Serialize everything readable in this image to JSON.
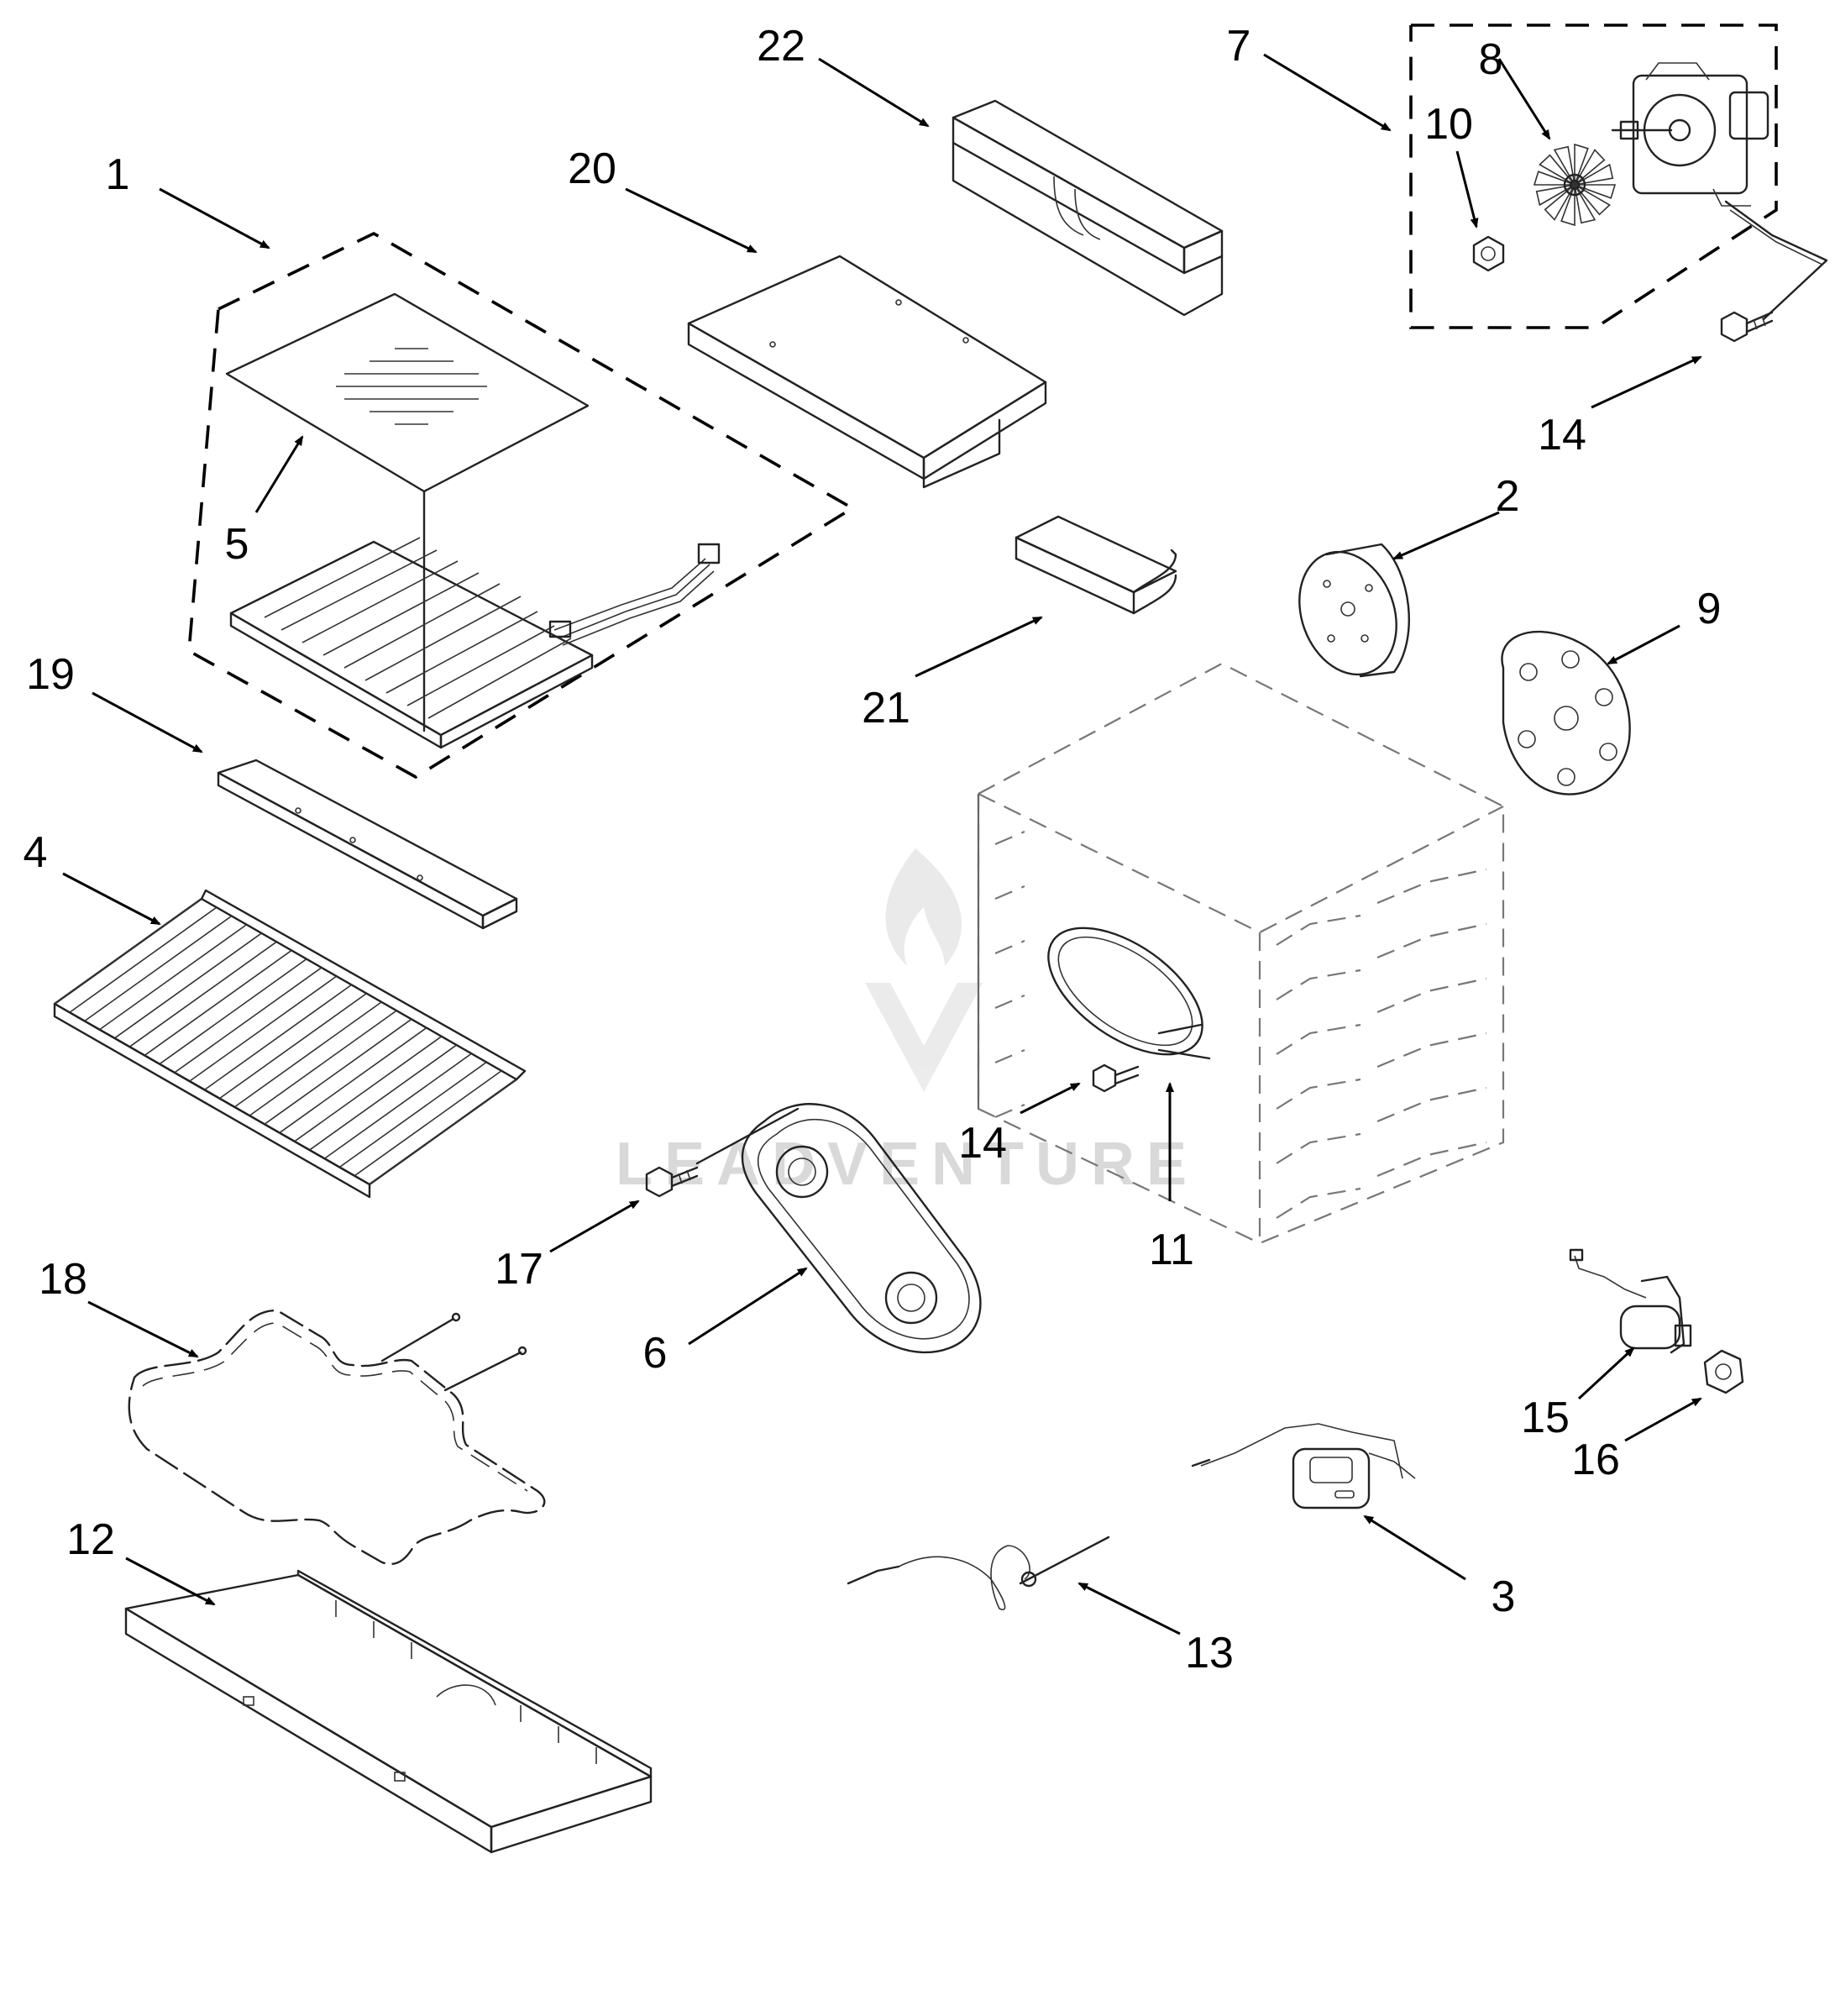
{
  "diagram": {
    "type": "exploded parts diagram",
    "watermark": "LEADVENTURE",
    "callouts": [
      {
        "id": "c1",
        "label": "1"
      },
      {
        "id": "c2",
        "label": "2"
      },
      {
        "id": "c3",
        "label": "3"
      },
      {
        "id": "c4",
        "label": "4"
      },
      {
        "id": "c5",
        "label": "5"
      },
      {
        "id": "c6",
        "label": "6"
      },
      {
        "id": "c7",
        "label": "7"
      },
      {
        "id": "c8",
        "label": "8"
      },
      {
        "id": "c9",
        "label": "9"
      },
      {
        "id": "c10",
        "label": "10"
      },
      {
        "id": "c11",
        "label": "11"
      },
      {
        "id": "c12",
        "label": "12"
      },
      {
        "id": "c13",
        "label": "13"
      },
      {
        "id": "c14a",
        "label": "14"
      },
      {
        "id": "c14b",
        "label": "14"
      },
      {
        "id": "c15",
        "label": "15"
      },
      {
        "id": "c16",
        "label": "16"
      },
      {
        "id": "c17",
        "label": "17"
      },
      {
        "id": "c18",
        "label": "18"
      },
      {
        "id": "c19",
        "label": "19"
      },
      {
        "id": "c20",
        "label": "20"
      },
      {
        "id": "c21",
        "label": "21"
      },
      {
        "id": "c22",
        "label": "22"
      }
    ]
  }
}
